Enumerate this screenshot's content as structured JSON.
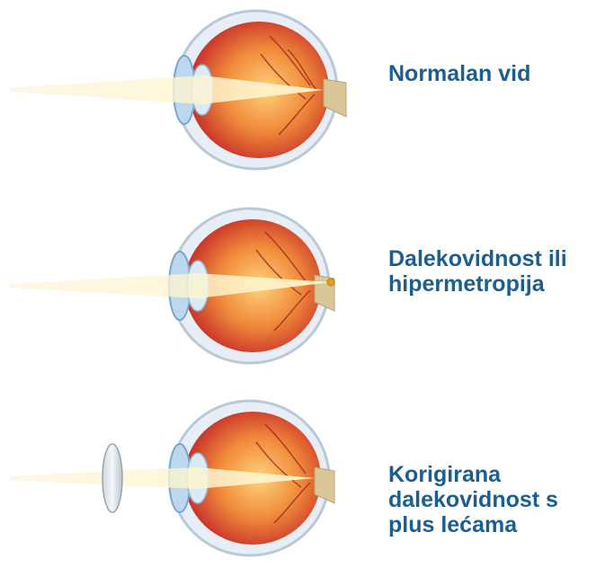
{
  "colors": {
    "label": "#1a5f8f",
    "sclera": "#e8eef5",
    "eye_interior": "#f08a3a",
    "light_beam": "#f7e9b0",
    "focus_point": "#e0a21a"
  },
  "panels": [
    {
      "label_lines": [
        "Normalan vid"
      ]
    },
    {
      "label_lines": [
        "Dalekovidnost ili",
        "hipermetropija"
      ]
    },
    {
      "label_lines": [
        "Korigirana",
        "dalekovidnost s",
        "plus lećama"
      ]
    }
  ]
}
